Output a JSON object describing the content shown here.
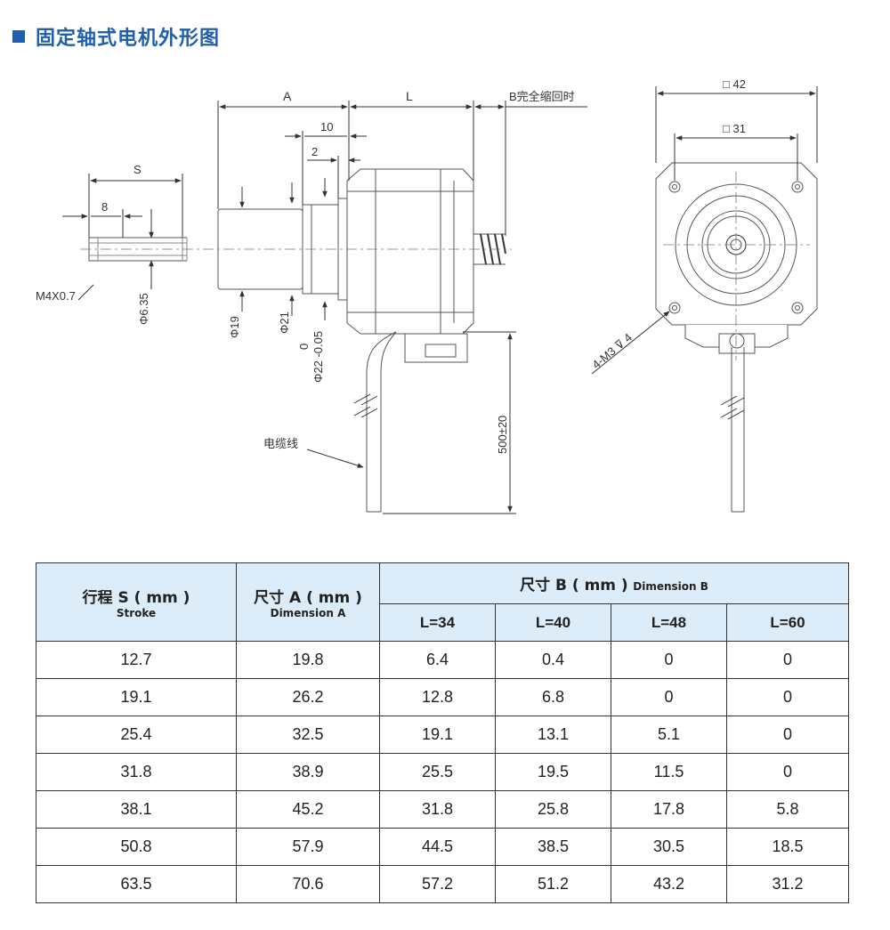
{
  "header": {
    "title": "固定轴式电机外形图"
  },
  "drawing": {
    "labels": {
      "dim_A": "A",
      "dim_L": "L",
      "dim_B": "B完全缩回时",
      "dim_10": "10",
      "dim_2": "2",
      "dim_S": "S",
      "dim_8": "8",
      "thread": "M4X0.7",
      "phi635": "Φ6.35",
      "phi19": "Φ19",
      "phi21": "Φ21",
      "phi22": "Φ22 -0.05",
      "phi22_tol": "0",
      "cable": "电缆线",
      "cable_len": "500±20",
      "sq42": "□ 42",
      "sq31": "□ 31",
      "holes": "4-M3 ⊽ 4"
    }
  },
  "table": {
    "col1_main": "行程 S ( mm )",
    "col1_sub": "Stroke",
    "col2_main": "尺寸 A ( mm )",
    "col2_sub": "Dimension A",
    "col3_main": "尺寸 B ( mm )",
    "col3_sub": "Dimension B",
    "subheaders": [
      "L=34",
      "L=40",
      "L=48",
      "L=60"
    ],
    "rows": [
      [
        "12.7",
        "19.8",
        "6.4",
        "0.4",
        "0",
        "0"
      ],
      [
        "19.1",
        "26.2",
        "12.8",
        "6.8",
        "0",
        "0"
      ],
      [
        "25.4",
        "32.5",
        "19.1",
        "13.1",
        "5.1",
        "0"
      ],
      [
        "31.8",
        "38.9",
        "25.5",
        "19.5",
        "11.5",
        "0"
      ],
      [
        "38.1",
        "45.2",
        "31.8",
        "25.8",
        "17.8",
        "5.8"
      ],
      [
        "50.8",
        "57.9",
        "44.5",
        "38.5",
        "30.5",
        "18.5"
      ],
      [
        "63.5",
        "70.6",
        "57.2",
        "51.2",
        "43.2",
        "31.2"
      ]
    ]
  }
}
